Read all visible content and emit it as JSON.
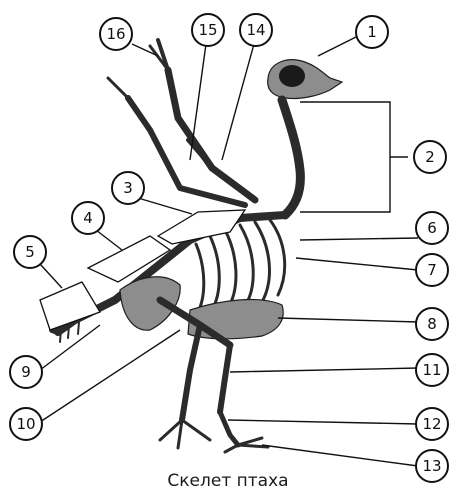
{
  "caption": "Скелет птаха",
  "labels": [
    "1",
    "2",
    "3",
    "4",
    "5",
    "6",
    "7",
    "8",
    "9",
    "10",
    "11",
    "12",
    "13",
    "14",
    "15",
    "16"
  ]
}
